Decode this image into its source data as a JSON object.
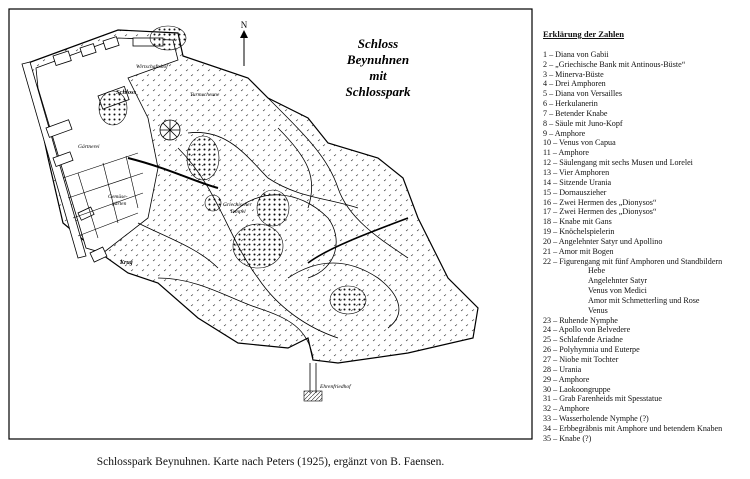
{
  "map": {
    "title_lines": [
      "Schloss",
      "Beynuhnen",
      "mit",
      "Schlosspark"
    ],
    "north": "N",
    "labels": {
      "wirtschaftshof": "Wirtschaftshof",
      "schloss": "Schloss",
      "turmscheune": "Turmscheune",
      "gaertnerei": "Gärtnerei",
      "gemuesegarten_1": "Gemüse-",
      "gemuesegarten_2": "gärten",
      "krug": "Krug",
      "tempel_1": "Griechischer",
      "tempel_2": "Tempel",
      "ehrenfriedhof": "Ehrenfriedhof"
    }
  },
  "caption": "Schlosspark Beynuhnen. Karte nach Peters (1925), ergänzt von B. Faensen.",
  "legend": {
    "title": "Erklärung der Zahlen",
    "items": [
      "1 – Diana von Gabii",
      "2 – „Griechische Bank mit Antinous-Büste“",
      "3 – Minerva-Büste",
      "4 – Drei Amphoren",
      "5 – Diana von Versailles",
      "6 – Herkulanerin",
      "7 – Betender Knabe",
      "8 – Säule mit Juno-Kopf",
      "9 – Amphore",
      "10 – Venus von Capua",
      "11 – Amphore",
      "12 – Säulengang mit sechs Musen und Lorelei",
      "13 – Vier Amphoren",
      "14 – Sitzende Urania",
      "15 – Dornauszieher",
      "16 – Zwei Hermen des „Dionysos“",
      "17 – Zwei Hermen des „Dionysos“",
      "18 – Knabe mit Gans",
      "19 – Knöchelspielerin",
      "20 – Angelehnter Satyr und Apollino",
      "21 – Amor mit Bogen",
      "22 – Figurengang mit fünf Amphoren und Standbildern"
    ],
    "subitems": [
      "Hebe",
      "Angelehnter Satyr",
      "Venus von Medici",
      "Amor mit Schmetterling und Rose",
      "Venus"
    ],
    "items2": [
      "23 – Ruhende Nymphe",
      "24 – Apollo von Belvedere",
      "25 – Schlafende Ariadne",
      "26 – Polyhymnia und Euterpe",
      "27 – Niobe mit Tochter",
      "28 – Urania",
      "29 – Amphore",
      "30 – Laokoongruppe",
      "31 – Grab Farenheids mit Spesstatue",
      "32 – Amphore",
      "33 – Wasserholende Nymphe (?)",
      "34 – Erbbegräbnis mit Amphore und betendem Knaben",
      "35 – Knabe (?)"
    ]
  }
}
